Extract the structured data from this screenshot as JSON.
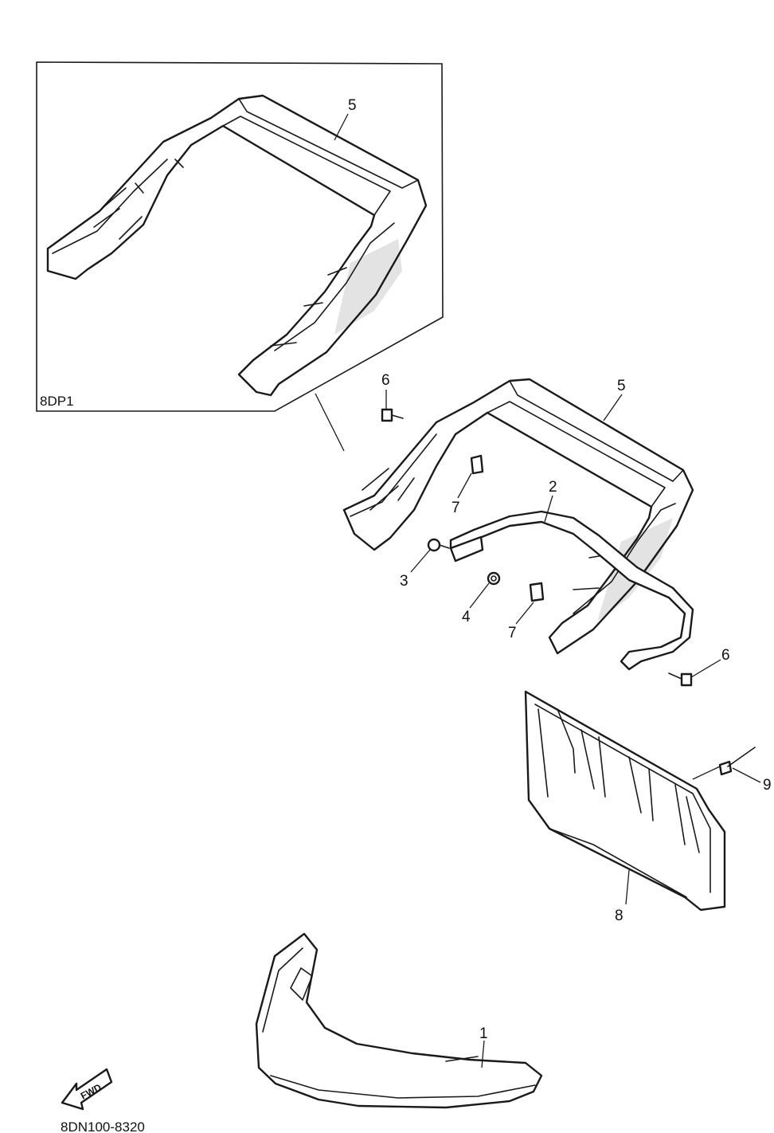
{
  "variant_label": "8DP1",
  "diagram_code": "8DN100-8320",
  "fwd_label": "FWD",
  "callouts": {
    "c1": "1",
    "c2": "2",
    "c3": "3",
    "c4": "4",
    "c5_inset": "5",
    "c5_main": "5",
    "c6_top": "6",
    "c6_right": "6",
    "c7_upper": "7",
    "c7_lower": "7",
    "c8": "8",
    "c9": "9"
  }
}
